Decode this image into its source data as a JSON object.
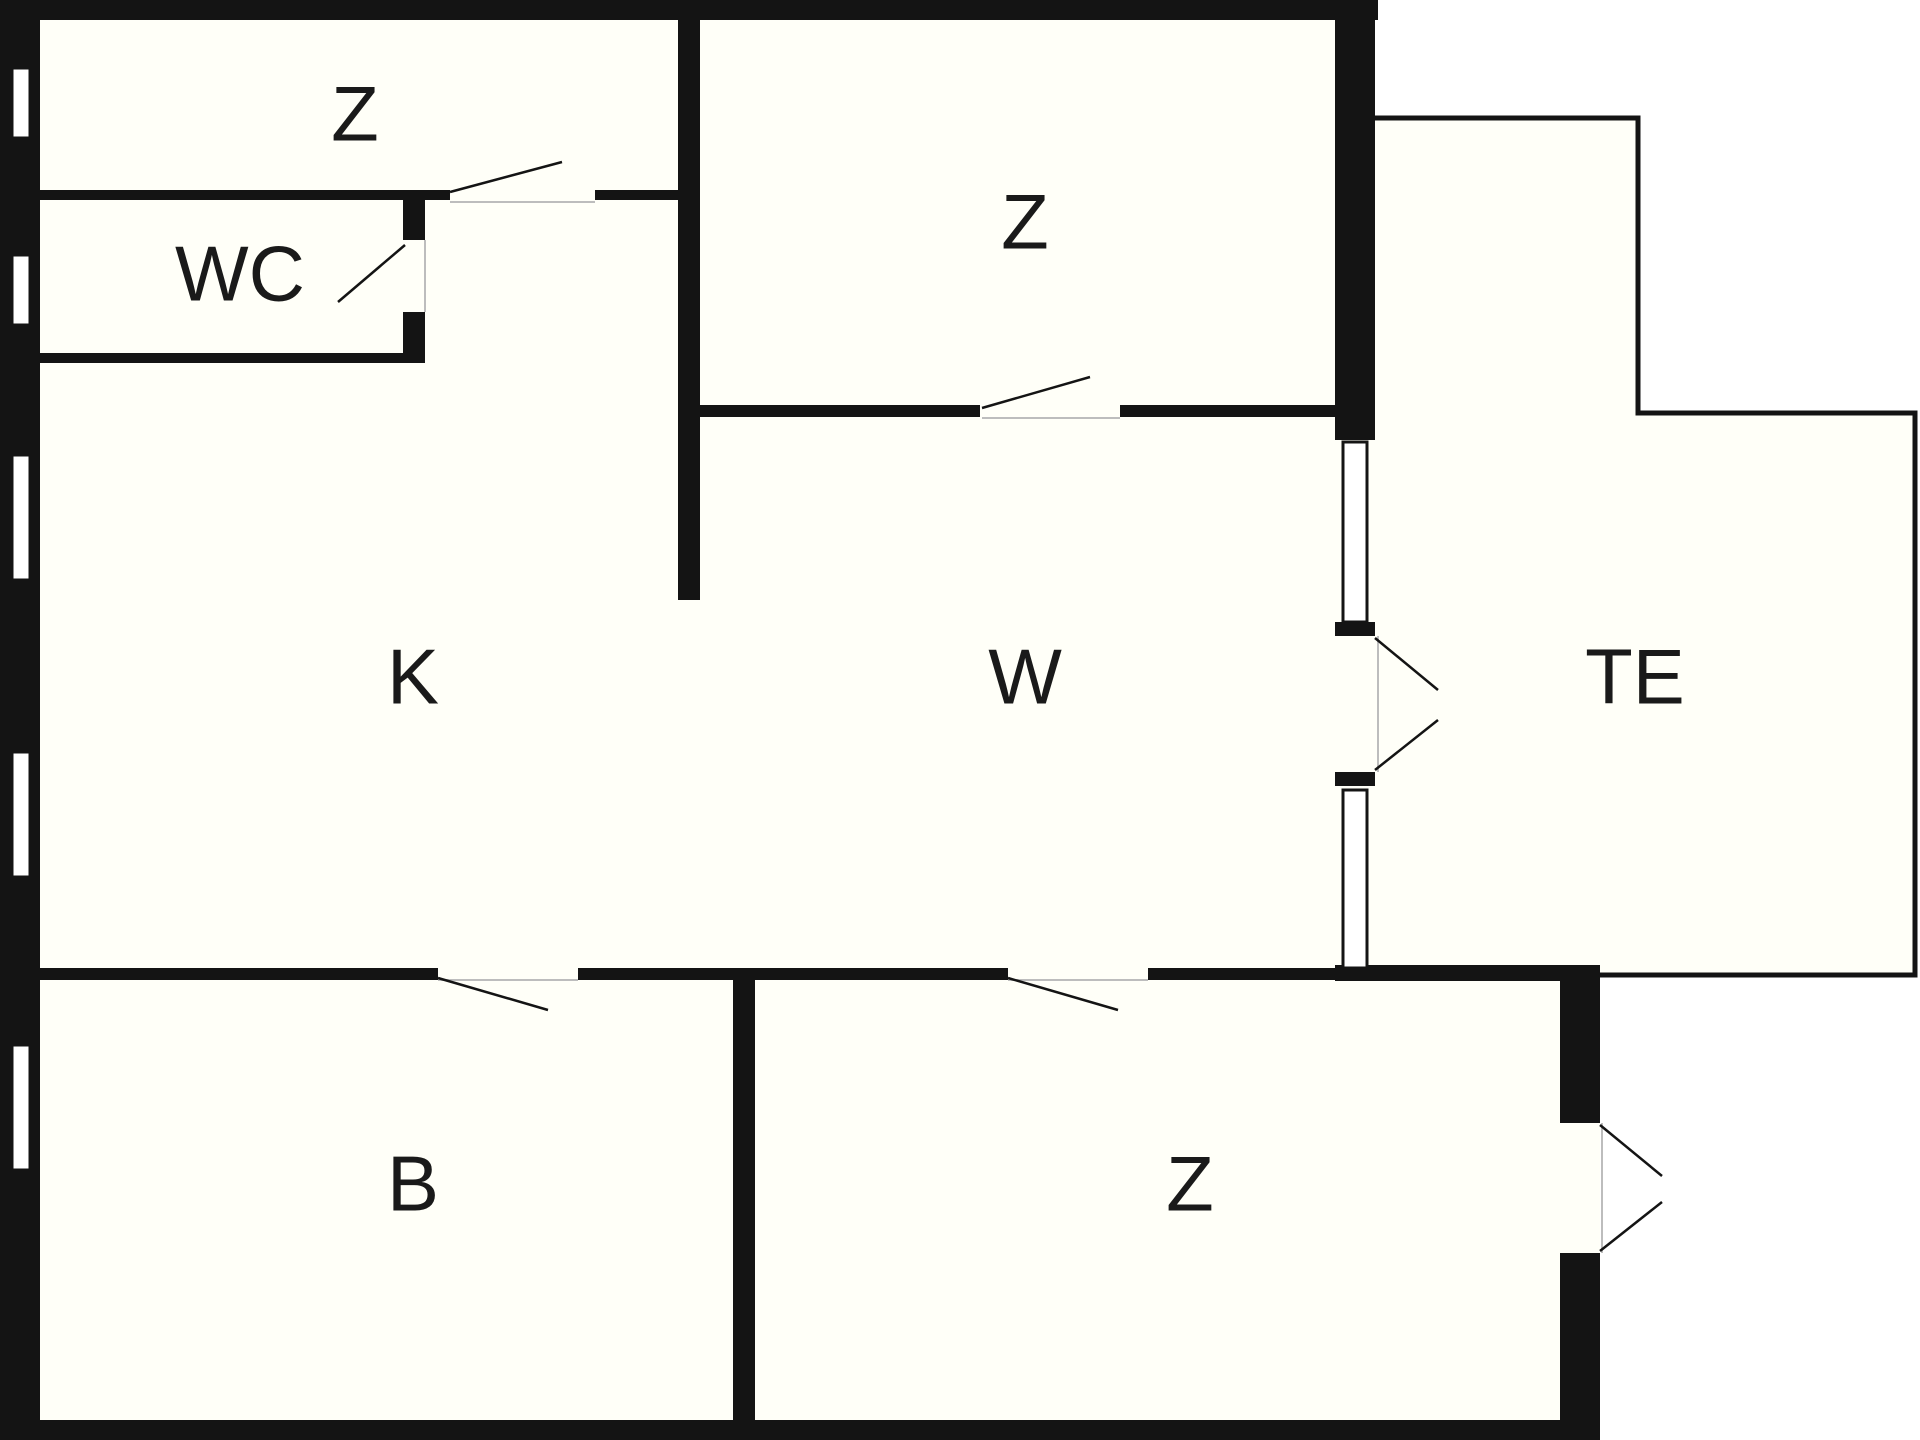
{
  "colors": {
    "floor": "#fffff8",
    "wall": "#141414",
    "background": "#ffffff"
  },
  "rooms": [
    {
      "id": "storage-top-left",
      "label": "Z"
    },
    {
      "id": "wc",
      "label": "WC"
    },
    {
      "id": "room-top-right",
      "label": "Z"
    },
    {
      "id": "kitchen",
      "label": "K"
    },
    {
      "id": "living",
      "label": "W"
    },
    {
      "id": "terrace",
      "label": "TE"
    },
    {
      "id": "bathroom",
      "label": "B"
    },
    {
      "id": "room-bottom-right",
      "label": "Z"
    }
  ]
}
